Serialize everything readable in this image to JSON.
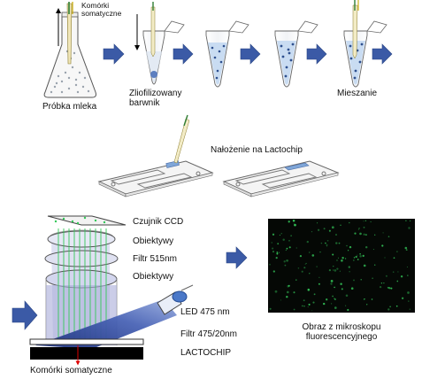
{
  "labels": {
    "somatic_cells_top": "Komórki somatyczne",
    "milk_sample": "Próbka mleka",
    "lyophilized_dye_line1": "Zliofilizowany",
    "lyophilized_dye_line2": "barwnik",
    "mixing": "Mieszanie",
    "loading_lactochip": "Nałożenie na Lactochip",
    "ccd_sensor": "Czujnik CCD",
    "objectives_1": "Obiektywy",
    "filter_515": "Filtr 515nm",
    "objectives_2": "Obiektywy",
    "led": "LED 475 nm",
    "filter_475": "Filtr 475/20nm",
    "lactochip": "LACTOCHIP",
    "somatic_cells_bottom": "Komórki somatyczne",
    "microscope_line1": "Obraz z mikroskopu",
    "microscope_line2": "fluorescencyjnego"
  },
  "colors": {
    "arrow_fill": "#3b5aa6",
    "liquid": "#c9dcf2",
    "dots": "#2d4f8e",
    "light_cone": "#a9acd9",
    "fluorescence": "#34c759",
    "micro_bg": "#050805"
  }
}
